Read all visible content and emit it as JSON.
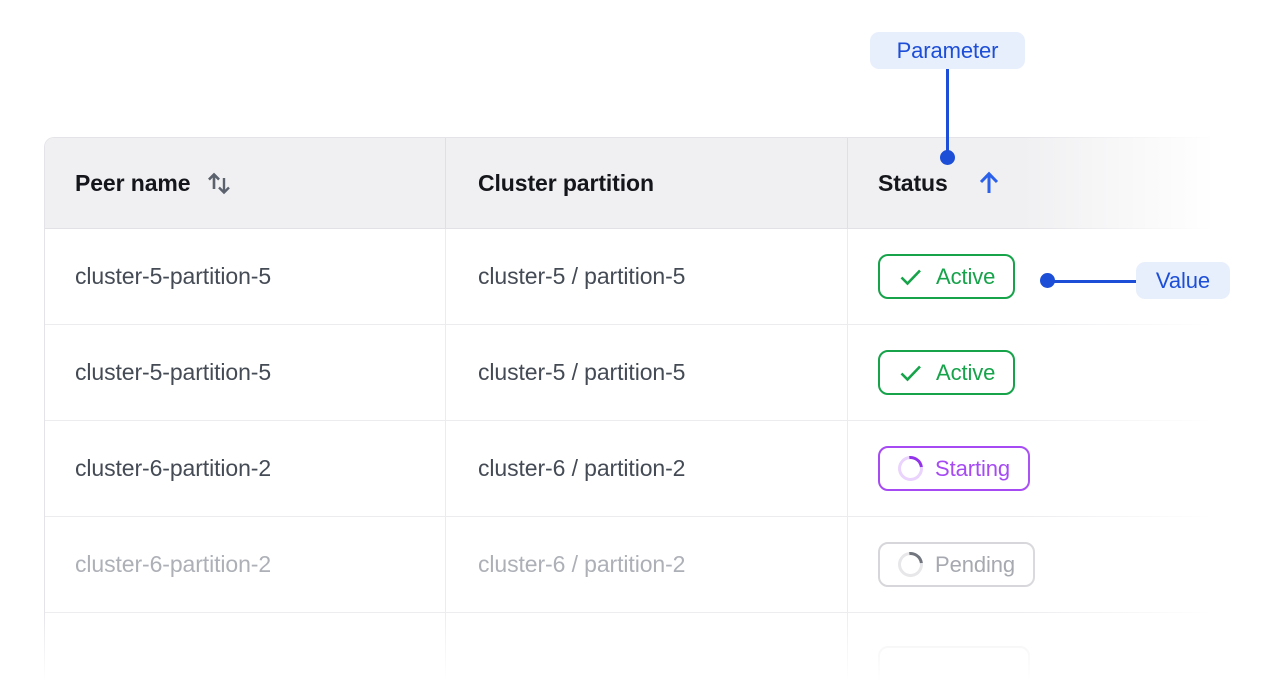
{
  "annotations": {
    "parameter": {
      "label": "Parameter",
      "target": "status-column-header"
    },
    "value": {
      "label": "Value",
      "target": "first-row-status-badge"
    }
  },
  "table": {
    "columns": [
      {
        "label": "Peer name",
        "sort": "sortable-unsorted"
      },
      {
        "label": "Cluster partition",
        "sort": "none"
      },
      {
        "label": "Status",
        "sort": "ascending"
      }
    ],
    "rows": [
      {
        "peer_name": "cluster-5-partition-5",
        "cluster_partition": "cluster-5 / partition-5",
        "status": "Active",
        "status_kind": "active",
        "muted": false
      },
      {
        "peer_name": "cluster-5-partition-5",
        "cluster_partition": "cluster-5 / partition-5",
        "status": "Active",
        "status_kind": "active",
        "muted": false
      },
      {
        "peer_name": "cluster-6-partition-2",
        "cluster_partition": "cluster-6 / partition-2",
        "status": "Starting",
        "status_kind": "starting",
        "muted": false
      },
      {
        "peer_name": "cluster-6-partition-2",
        "cluster_partition": "cluster-6 / partition-2",
        "status": "Pending",
        "status_kind": "pending",
        "muted": true
      }
    ]
  },
  "icons": {
    "peer_name_sort": "up-down-arrows-icon",
    "status_sort": "arrow-up-icon",
    "active_status": "checkmark-icon",
    "starting_status": "spinner-icon",
    "pending_status": "spinner-icon"
  },
  "colors": {
    "annotation_blue": "#1d4ed8",
    "annotation_pill_bg": "#e8effc",
    "status_sort_arrow": "#2563eb",
    "active_green": "#16a34a",
    "starting_purple": "#a64bf4",
    "starting_spinner_arc": "#9333ea",
    "pending_gray": "#a6a9b0",
    "header_bg": "#f0f0f2",
    "cell_text": "#454b55",
    "muted_text": "#adb0b7"
  }
}
